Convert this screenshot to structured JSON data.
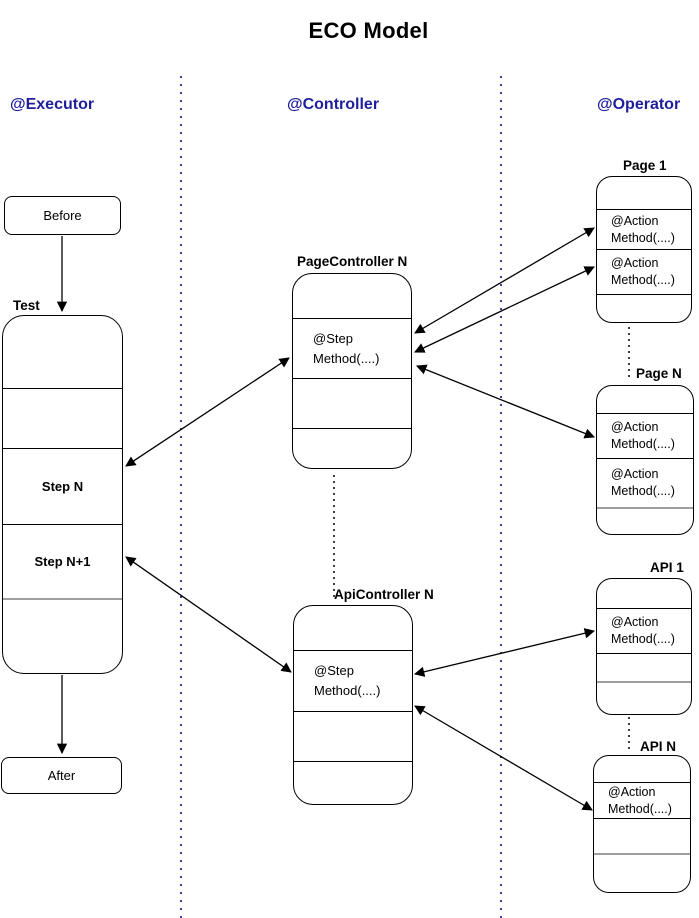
{
  "title": "ECO Model",
  "headers": {
    "executor": "@Executor",
    "controller": "@Controller",
    "operator": "@Operator"
  },
  "colors": {
    "header_text": "#1F1F9C",
    "separator_dots": "#3C3C99",
    "connector_line": "#000000",
    "gray_divider": "#9E9E9E",
    "background": "#FFFFFF"
  },
  "executor": {
    "before": "Before",
    "test": "Test",
    "step_n": "Step N",
    "step_n_plus_1": "Step N+1",
    "after": "After"
  },
  "controller": {
    "page_controller": {
      "title": "PageController N",
      "step_line1": "@Step",
      "step_line2": "Method(....)"
    },
    "api_controller": {
      "title": "ApiController N",
      "step_line1": "@Step",
      "step_line2": "Method(....)"
    }
  },
  "operator": {
    "page_1": {
      "title": "Page 1",
      "action1_line1": "@Action",
      "action1_line2": "Method(....)",
      "action2_line1": "@Action",
      "action2_line2": "Method(....)"
    },
    "page_n": {
      "title": "Page N",
      "action1_line1": "@Action",
      "action1_line2": "Method(....)",
      "action2_line1": "@Action",
      "action2_line2": "Method(....)"
    },
    "api_1": {
      "title": "API 1",
      "action1_line1": "@Action",
      "action1_line2": "Method(....)"
    },
    "api_n": {
      "title": "API N",
      "action1_line1": "@Action",
      "action1_line2": "Method(....)"
    }
  }
}
